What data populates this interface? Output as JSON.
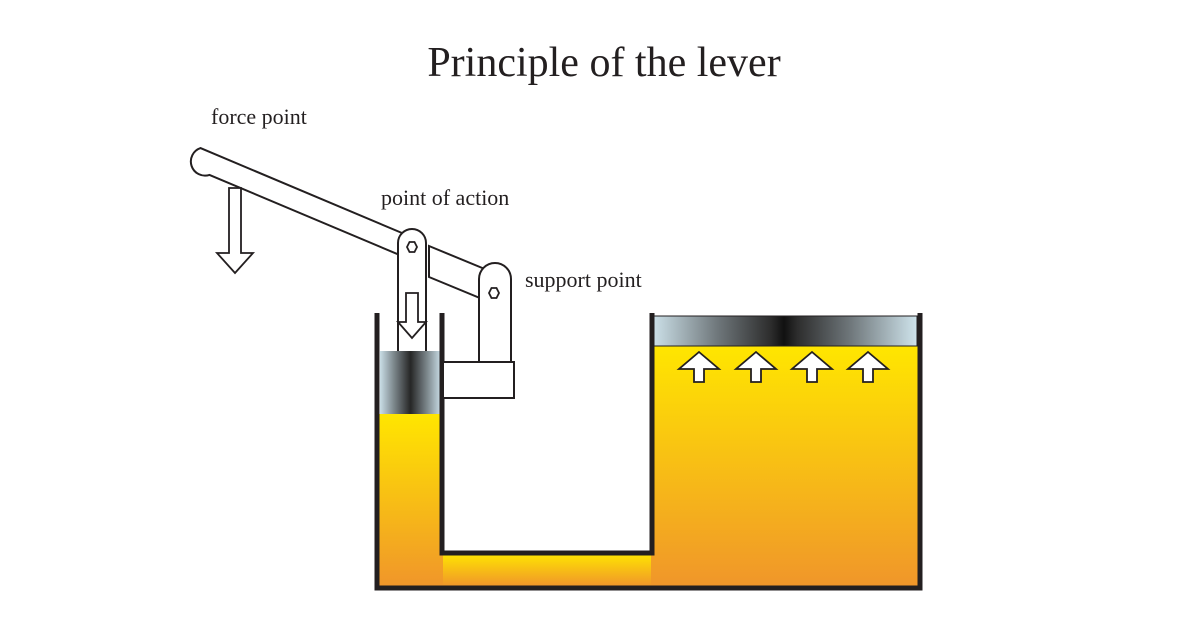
{
  "title": "Principle of the lever",
  "labels": {
    "force_point": "force point",
    "point_of_action": "point of action",
    "support_point": "support point"
  },
  "colors": {
    "fluid_top": "#ffe600",
    "fluid_bottom": "#f0962a",
    "outline": "#231f20",
    "piston_dark": "#2b2b2b",
    "piston_light": "#cfe4ec"
  },
  "icons": {
    "force_arrow": "arrow-down-icon",
    "action_arrow": "arrow-down-icon",
    "lift_arrows": "arrow-up-icon"
  },
  "lift_arrow_count": 4
}
